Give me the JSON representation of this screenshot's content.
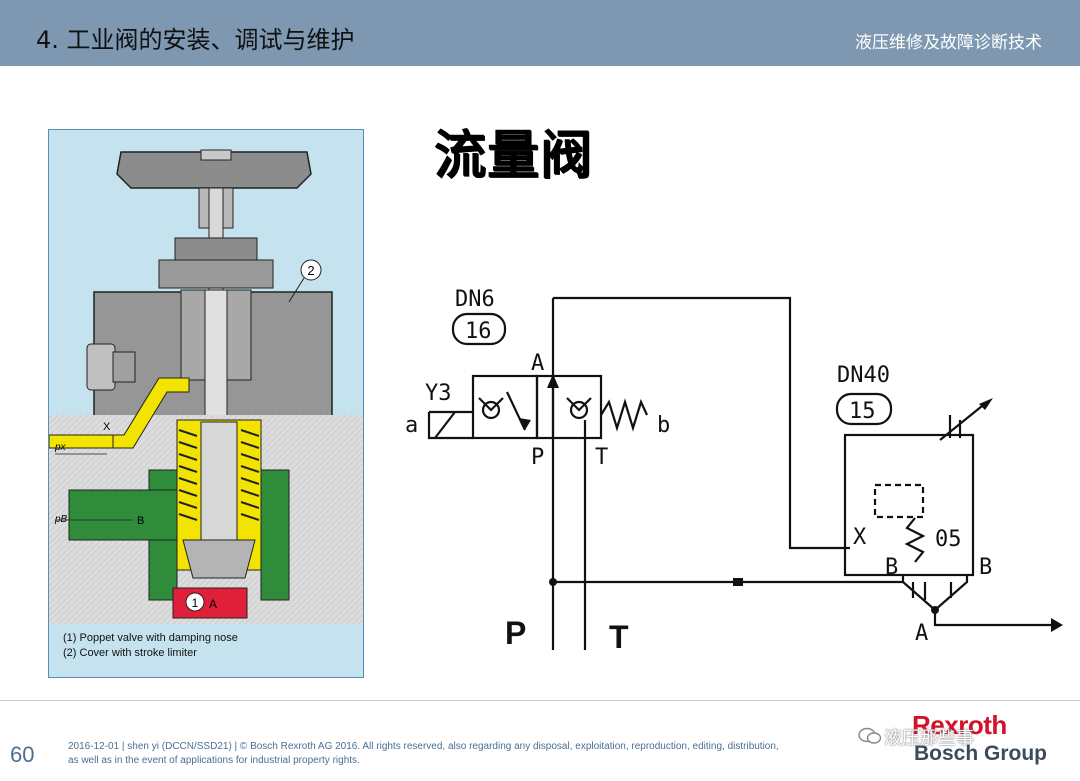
{
  "header": {
    "title": "4. 工业阀的安装、调试与维护",
    "course": "液压维修及故障诊断技术"
  },
  "slide": {
    "title": "流量阀"
  },
  "valve_drawing": {
    "callouts": [
      "2",
      "1"
    ],
    "labels": {
      "x": "X",
      "b": "B",
      "a": "A",
      "px": "px",
      "pb": "pB"
    },
    "captions": [
      "(1)  Poppet valve with damping nose",
      "(2)  Cover with stroke limiter"
    ],
    "colors": {
      "background": "#c5e3ef",
      "yellow": "#f2e400",
      "green": "#2f8c3a",
      "red": "#e0203a",
      "body": "#8f8f8f"
    }
  },
  "schematic": {
    "dn6": "DN6",
    "num16": "16",
    "y3": "Y3",
    "a_small": "a",
    "b_small": "b",
    "port_A": "A",
    "port_P": "P",
    "port_T": "T",
    "dn40": "DN40",
    "num15": "15",
    "x_label": "X",
    "b_left": "B",
    "b_right": "B",
    "spring": "05",
    "out_A": "A",
    "line_P": "P",
    "line_T": "T"
  },
  "footer": {
    "page": "60",
    "legal_line1": "2016-12-01 | shen yi (DCCN/SSD21) | © Bosch Rexroth AG 2016. All rights reserved, also regarding any disposal, exploitation, reproduction, editing, distribution,",
    "legal_line2": "as well as in the event of applications for industrial property rights.",
    "brand": "Rexroth",
    "group": "Bosch Group",
    "watermark": "液压那些事",
    "brand_color": "#d5102a"
  }
}
